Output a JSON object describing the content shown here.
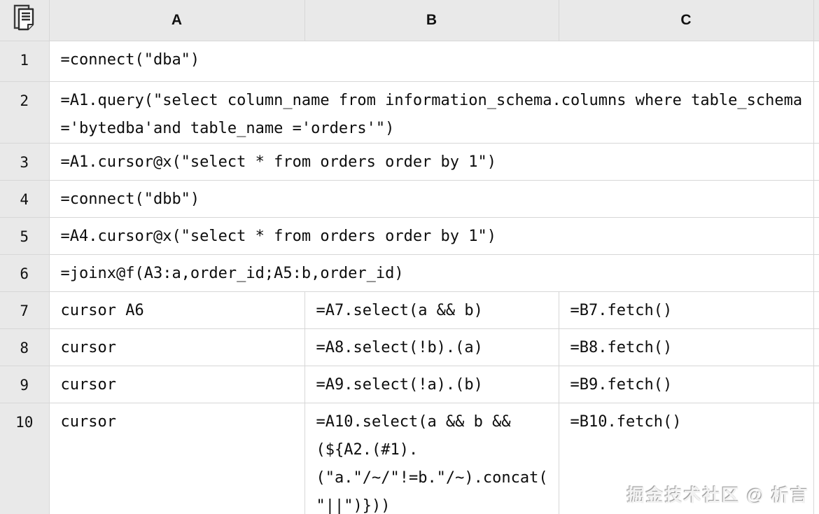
{
  "sheet": {
    "corner_icon": "sheets-icon",
    "columns": [
      "A",
      "B",
      "C"
    ],
    "rows": [
      {
        "num": "1",
        "a": "=connect(\"dba\")"
      },
      {
        "num": "2",
        "a": "=A1.query(\"select column_name from information_schema.columns where table_schema\n='bytedba'and table_name ='orders'\")"
      },
      {
        "num": "3",
        "a": "=A1.cursor@x(\"select * from orders order by 1\")"
      },
      {
        "num": "4",
        "a": "=connect(\"dbb\")"
      },
      {
        "num": "5",
        "a": "=A4.cursor@x(\"select * from orders order by 1\")"
      },
      {
        "num": "6",
        "a": "=joinx@f(A3:a,order_id;A5:b,order_id)"
      },
      {
        "num": "7",
        "a": "cursor A6",
        "b": "=A7.select(a && b)",
        "c": "=B7.fetch()"
      },
      {
        "num": "8",
        "a": "cursor",
        "b": "=A8.select(!b).(a)",
        "c": "=B8.fetch()"
      },
      {
        "num": "9",
        "a": "cursor",
        "b": "=A9.select(!a).(b)",
        "c": "=B9.fetch()"
      },
      {
        "num": "10",
        "a": "cursor",
        "b": "=A10.select(a && b &&\n(${A2.(#1).\n(\"a.\"/~/\"!=b.\"/~).concat(\n\"||\")}))",
        "c": "=B10.fetch()"
      }
    ]
  },
  "watermark": {
    "text": "掘金技术社区 @ 析言"
  }
}
